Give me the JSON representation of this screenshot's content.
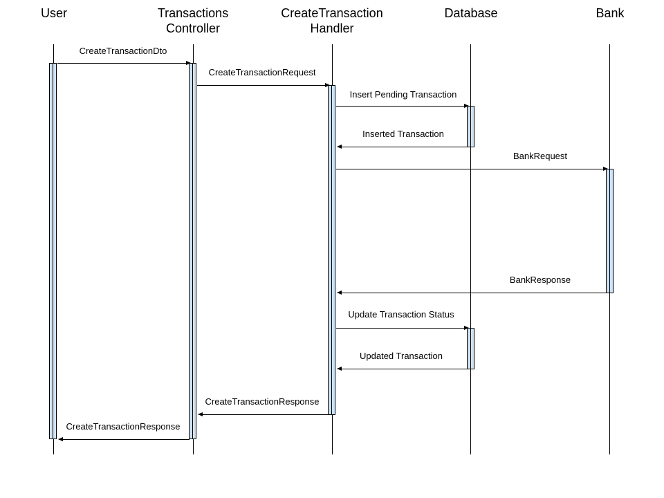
{
  "participants": [
    {
      "id": "user",
      "label": "User"
    },
    {
      "id": "controller",
      "label": "Transactions\nController"
    },
    {
      "id": "handler",
      "label": "CreateTransaction\nHandler"
    },
    {
      "id": "database",
      "label": "Database"
    },
    {
      "id": "bank",
      "label": "Bank"
    }
  ],
  "messages": [
    {
      "label": "CreateTransactionDto",
      "from": "user",
      "to": "controller"
    },
    {
      "label": "CreateTransactionRequest",
      "from": "controller",
      "to": "handler"
    },
    {
      "label": "Insert Pending Transaction",
      "from": "handler",
      "to": "database"
    },
    {
      "label": "Inserted Transaction",
      "from": "database",
      "to": "handler"
    },
    {
      "label": "BankRequest",
      "from": "handler",
      "to": "bank"
    },
    {
      "label": "BankResponse",
      "from": "bank",
      "to": "handler"
    },
    {
      "label": "Update Transaction Status",
      "from": "handler",
      "to": "database"
    },
    {
      "label": "Updated Transaction",
      "from": "database",
      "to": "handler"
    },
    {
      "label": "CreateTransactionResponse",
      "from": "handler",
      "to": "controller"
    },
    {
      "label": "CreateTransactionResponse",
      "from": "controller",
      "to": "user"
    }
  ],
  "colors": {
    "activation_fill": "#cfe2f3",
    "line": "#000000",
    "background": "#ffffff"
  }
}
